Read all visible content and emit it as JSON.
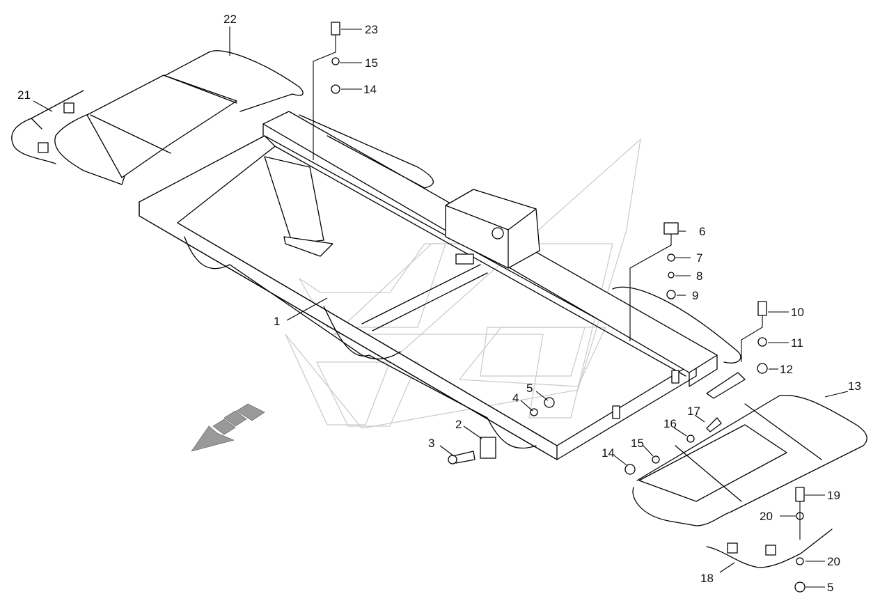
{
  "diagram": {
    "callouts": [
      {
        "id": "c1",
        "label": "1"
      },
      {
        "id": "c2",
        "label": "2"
      },
      {
        "id": "c3",
        "label": "3"
      },
      {
        "id": "c4",
        "label": "4"
      },
      {
        "id": "c5a",
        "label": "5"
      },
      {
        "id": "c5b",
        "label": "5"
      },
      {
        "id": "c6",
        "label": "6"
      },
      {
        "id": "c7",
        "label": "7"
      },
      {
        "id": "c8",
        "label": "8"
      },
      {
        "id": "c9",
        "label": "9"
      },
      {
        "id": "c10",
        "label": "10"
      },
      {
        "id": "c11",
        "label": "11"
      },
      {
        "id": "c12",
        "label": "12"
      },
      {
        "id": "c13",
        "label": "13"
      },
      {
        "id": "c14a",
        "label": "14"
      },
      {
        "id": "c14b",
        "label": "14"
      },
      {
        "id": "c15a",
        "label": "15"
      },
      {
        "id": "c15b",
        "label": "15"
      },
      {
        "id": "c16",
        "label": "16"
      },
      {
        "id": "c17",
        "label": "17"
      },
      {
        "id": "c18",
        "label": "18"
      },
      {
        "id": "c19",
        "label": "19"
      },
      {
        "id": "c20a",
        "label": "20"
      },
      {
        "id": "c20b",
        "label": "20"
      },
      {
        "id": "c21",
        "label": "21"
      },
      {
        "id": "c22",
        "label": "22"
      },
      {
        "id": "c23",
        "label": "23"
      }
    ]
  }
}
